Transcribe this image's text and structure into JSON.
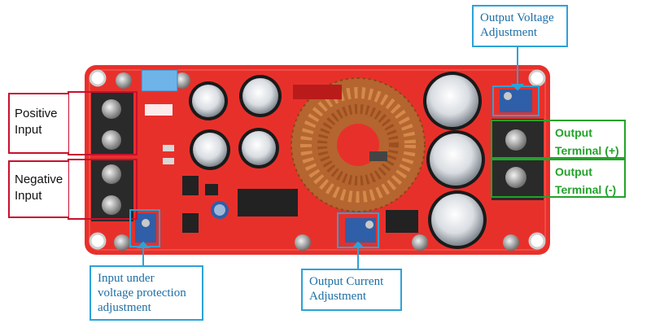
{
  "labels": {
    "positive_input": [
      "Positive",
      "Input"
    ],
    "negative_input": [
      "Negative",
      "Input"
    ],
    "output_terminal_pos": "Output Terminal (+)",
    "output_terminal_neg": "Output Terminal (-)",
    "output_voltage_adjustment": [
      "Output Voltage",
      "Adjustment"
    ],
    "input_under_voltage": [
      "Input under",
      "voltage protection",
      "adjustment"
    ],
    "output_current_adjustment": [
      "Output Current",
      "Adjustment"
    ]
  },
  "colors": {
    "board": "#e8302b",
    "input_label": "#c8102e",
    "output_label": "#22a32a",
    "adjust_label": "#2ba3d8"
  }
}
